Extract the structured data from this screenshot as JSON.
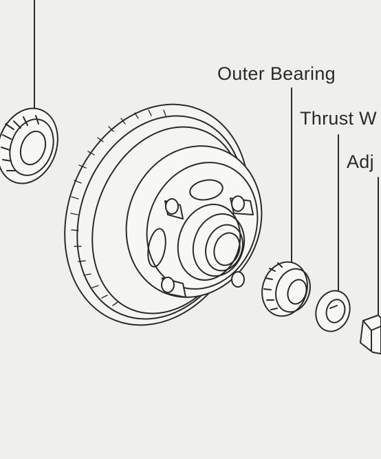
{
  "labels": {
    "outer_bearing": "Outer Bearing",
    "thrust": "Thrust W",
    "adjusting": "Adj"
  },
  "colors": {
    "background": "#efefec",
    "ink": "#2a2a2a"
  }
}
